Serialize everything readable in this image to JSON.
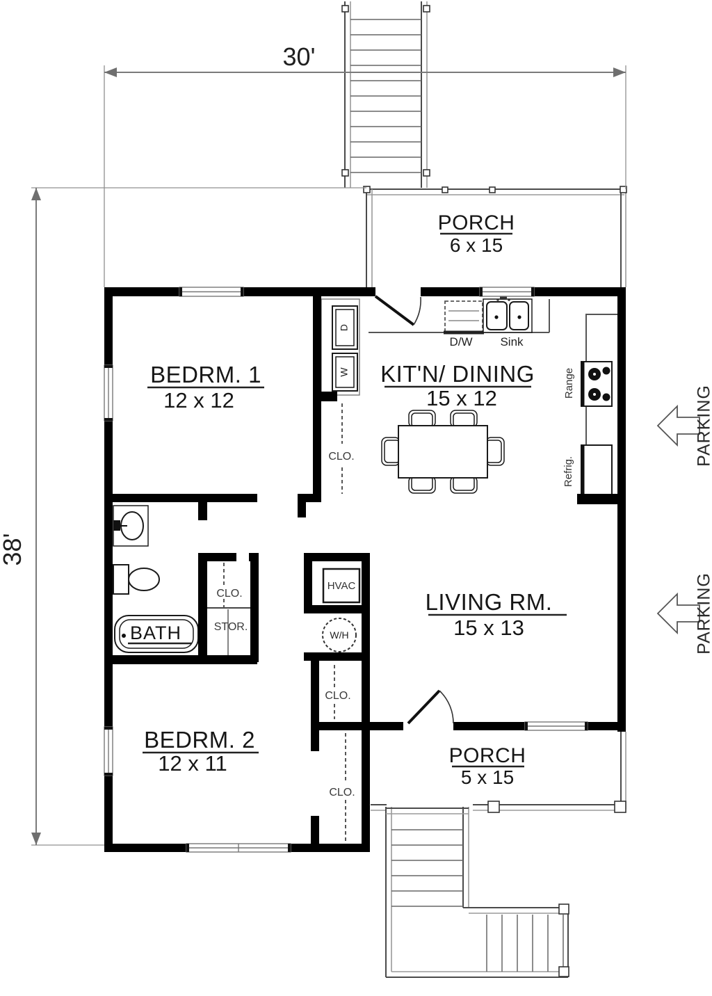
{
  "plan": {
    "dim": {
      "width": "30'",
      "height": "38'"
    },
    "rooms": {
      "porch_top": {
        "name": "PORCH",
        "size": "6 x 15"
      },
      "bedroom1": {
        "name": "BEDRM. 1",
        "size": "12 x 12"
      },
      "kitchen": {
        "name": "KIT'N/ DINING",
        "size": "15 x 12"
      },
      "living": {
        "name": "LIVING RM.",
        "size": "15 x 13"
      },
      "bedroom2": {
        "name": "BEDRM. 2",
        "size": "12 x 11"
      },
      "porch_bottom": {
        "name": "PORCH",
        "size": "5 x 15"
      },
      "bath": {
        "name": "BATH"
      }
    },
    "fixtures": {
      "dishwasher": "D/W",
      "sink": "Sink",
      "range": "Range",
      "refrigerator": "Refrig.",
      "dryer": "D",
      "washer": "W",
      "hvac": "HVAC",
      "water_heater": "W/H"
    },
    "labels": {
      "closet": "CLO.",
      "storage": "STOR."
    },
    "site": {
      "parking": "PARKING"
    },
    "colors": {
      "wall": "#000000",
      "line": "#555555",
      "dimension": "#7a7a7a",
      "background": "#ffffff"
    }
  }
}
